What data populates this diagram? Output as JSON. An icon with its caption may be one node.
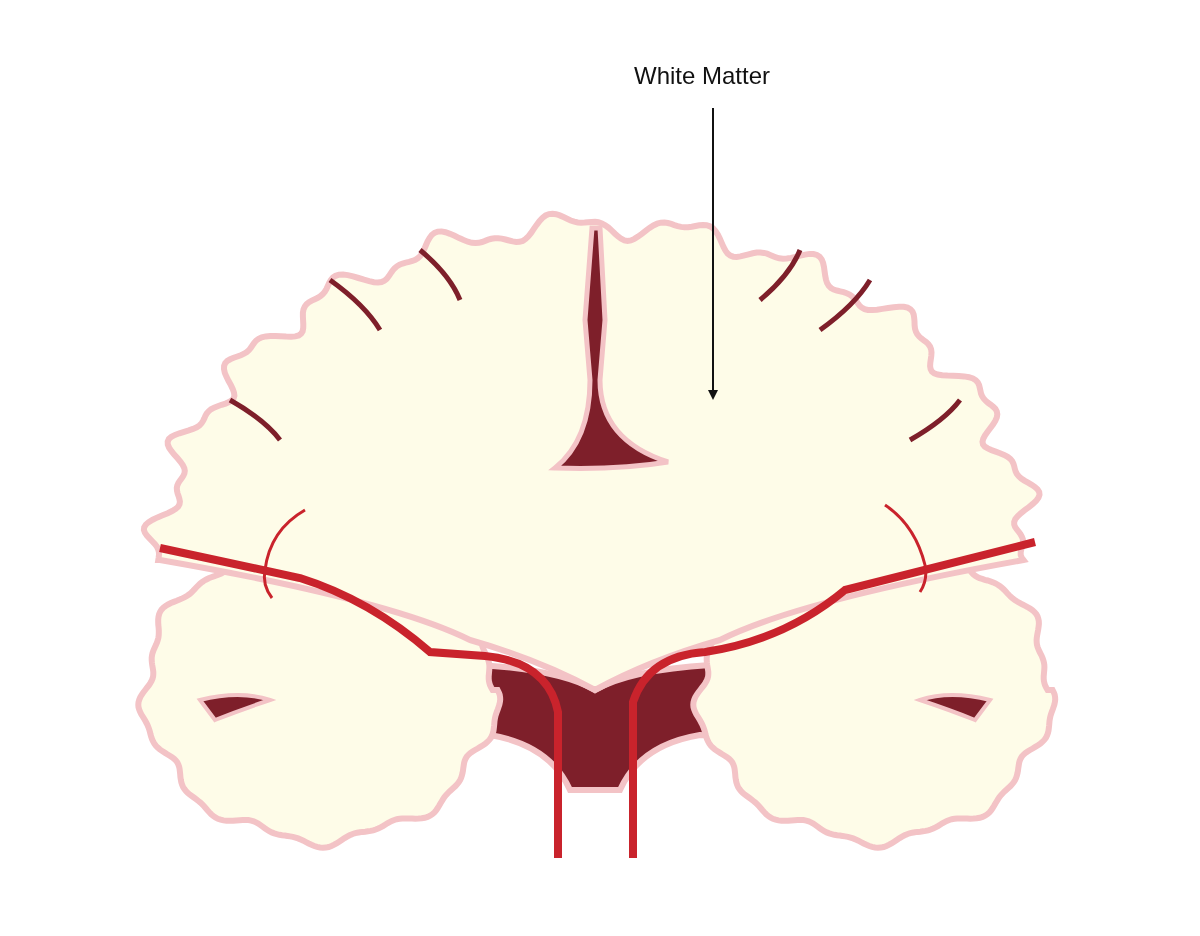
{
  "diagram": {
    "nodes": [
      {
        "text": [
          "White Matter"
        ]
      },
      {
        "text": [],
        "shape": "picture"
      }
    ],
    "edges": [
      {
        "from": 0,
        "to": 1,
        "arrow": "to"
      }
    ]
  }
}
